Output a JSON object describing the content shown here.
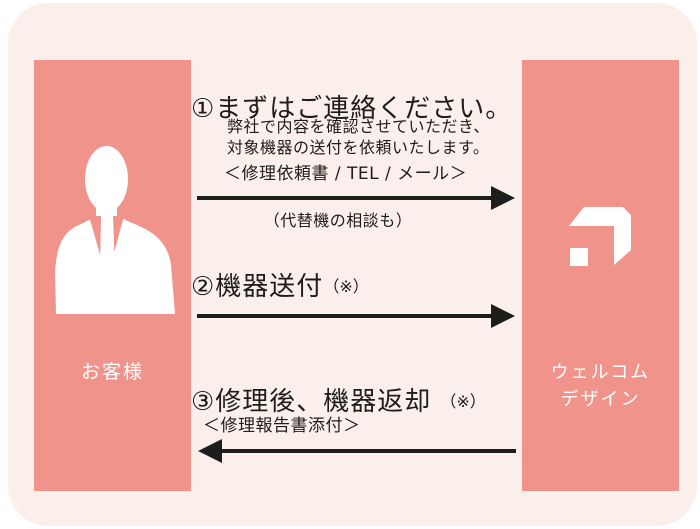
{
  "diagram": {
    "customer": {
      "label": "お客様"
    },
    "company": {
      "name_line1": "ウェルコム",
      "name_line2": "デザイン"
    },
    "steps": [
      {
        "title": "①まずはご連絡ください。",
        "desc_line1": "弊社で内容を確認させていただき、",
        "desc_line2": "対象機器の送付を依頼いたします。",
        "method": "＜修理依頼書 / TEL / メール＞",
        "arrow_note": "（代替機の相談も）",
        "arrow_direction": "right"
      },
      {
        "title": "②機器送付",
        "title_note": "（※）",
        "arrow_direction": "right"
      },
      {
        "title": "③修理後、機器返却",
        "title_note": "（※）",
        "attachment_note": "＜修理報告書添付＞",
        "arrow_direction": "left"
      }
    ],
    "colors": {
      "column_fill": "#f0938b",
      "panel_background": "#fbefec",
      "ink_black": "#1d1d1b",
      "figure_white": "#ffffff"
    }
  }
}
